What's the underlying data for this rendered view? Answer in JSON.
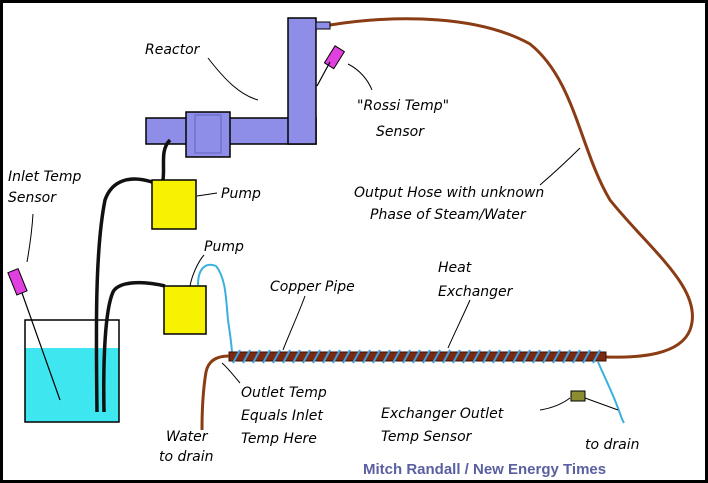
{
  "labels": {
    "reactor": "Reactor",
    "rossi_temp_line1": "\"Rossi Temp\"",
    "rossi_temp_line2": "Sensor",
    "pump_top": "Pump",
    "pump_bottom": "Pump",
    "inlet_temp_line1": "Inlet Temp",
    "inlet_temp_line2": "Sensor",
    "output_hose_line1": "Output Hose with unknown",
    "output_hose_line2": "Phase of Steam/Water",
    "heat_exchanger_line1": "Heat",
    "heat_exchanger_line2": "Exchanger",
    "copper_pipe": "Copper Pipe",
    "outlet_temp_line1": "Outlet Temp",
    "outlet_temp_line2": "Equals Inlet",
    "outlet_temp_line3": "Temp Here",
    "water_to_drain_line1": "Water",
    "water_to_drain_line2": "to drain",
    "exchanger_outlet_line1": "Exchanger Outlet",
    "exchanger_outlet_line2": "Temp Sensor",
    "to_drain": "to drain",
    "credit": "Mitch Randall / New Energy Times"
  },
  "colors": {
    "reactor": "#8e8ee8",
    "pump": "#f6f200",
    "water": "#3ee6ef",
    "hose": "#8a3c14",
    "copper_pipe": "#7a2a10",
    "coil": "#3a9ee0",
    "sensor_magenta": "#e040e0",
    "sensor_olive": "#8c8c30",
    "frame": "#000000"
  }
}
